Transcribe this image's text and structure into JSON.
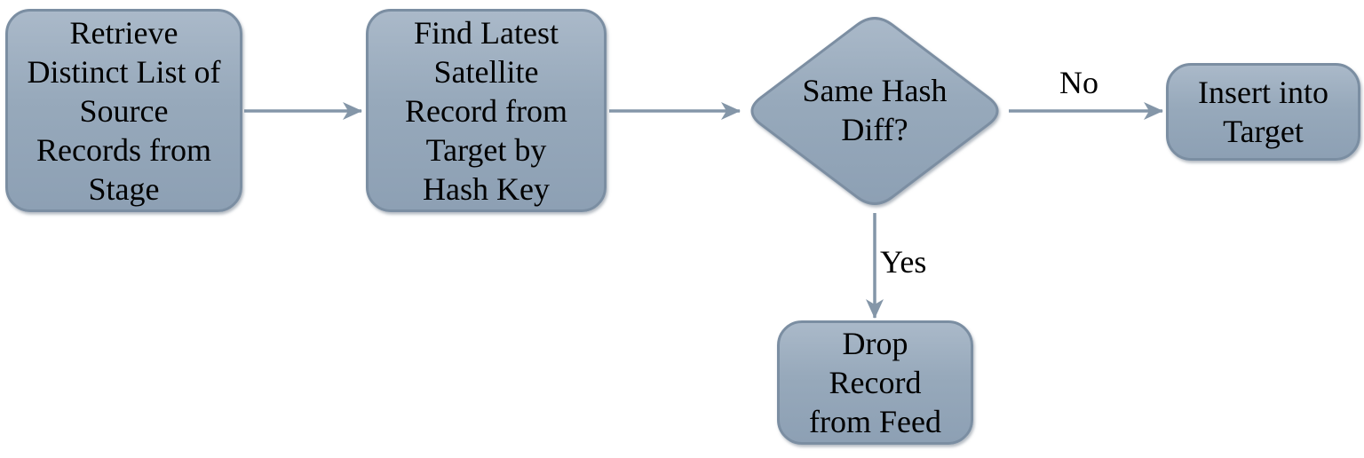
{
  "diagram": {
    "type": "flowchart",
    "background": "#ffffff"
  },
  "colors": {
    "shape_fill_top": "#aab9c9",
    "shape_fill_bottom": "#8da0b4",
    "shape_border": "#7b8ea2",
    "connector": "#8496a8",
    "text": "#000000"
  },
  "nodes": [
    {
      "id": "retrieve-distinct-list",
      "type": "process",
      "label": "Retrieve\nDistinct List of\nSource\nRecords from\nStage"
    },
    {
      "id": "find-latest-satellite",
      "type": "process",
      "label": "Find Latest\nSatellite\nRecord from\nTarget by\nHash Key"
    },
    {
      "id": "same-hash-diff",
      "type": "decision",
      "label": "Same Hash\nDiff?"
    },
    {
      "id": "insert-into-target",
      "type": "process",
      "label": "Insert into\nTarget"
    },
    {
      "id": "drop-record-from-feed",
      "type": "process",
      "label": "Drop\nRecord\nfrom Feed"
    }
  ],
  "edges": [
    {
      "from": "retrieve-distinct-list",
      "to": "find-latest-satellite",
      "label": ""
    },
    {
      "from": "find-latest-satellite",
      "to": "same-hash-diff",
      "label": ""
    },
    {
      "from": "same-hash-diff",
      "to": "insert-into-target",
      "label": "No"
    },
    {
      "from": "same-hash-diff",
      "to": "drop-record-from-feed",
      "label": "Yes"
    }
  ]
}
